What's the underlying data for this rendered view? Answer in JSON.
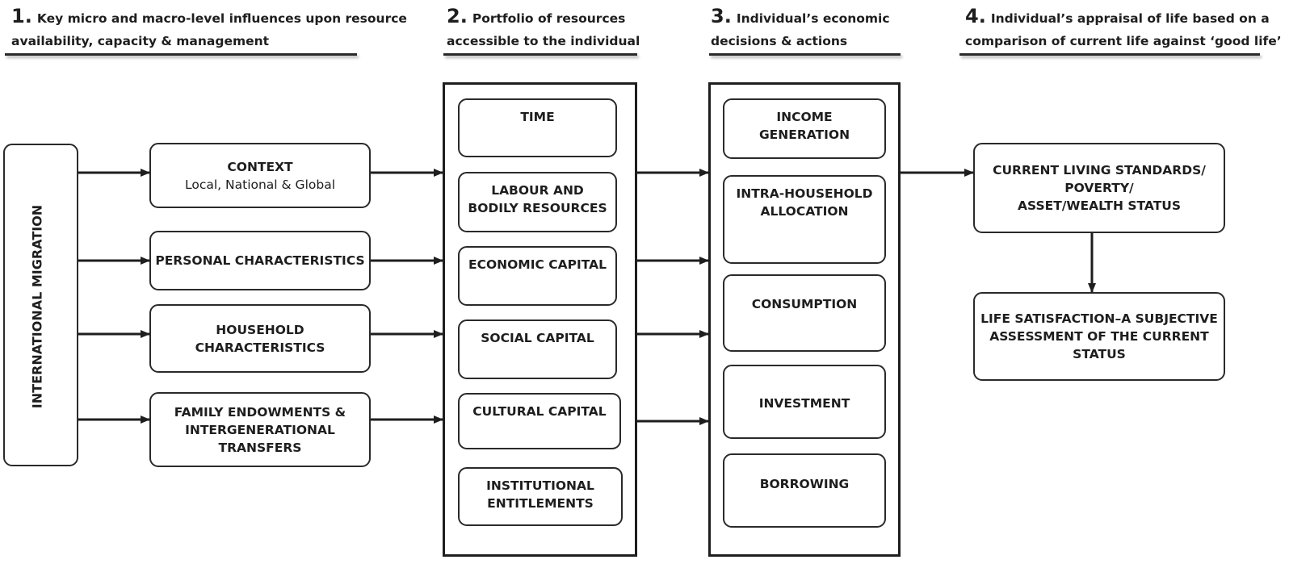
{
  "headings": [
    {
      "number": "1.",
      "line1": "Key micro and macro-level influences upon resource",
      "line2": "availability, capacity & management"
    },
    {
      "number": "2.",
      "line1": "Portfolio of resources",
      "line2": "accessible to the individual"
    },
    {
      "number": "3.",
      "line1": "Individual’s economic",
      "line2": "decisions & actions"
    },
    {
      "number": "4.",
      "line1": "Individual’s appraisal of life based on a",
      "line2": "comparison of current life against ‘good life’"
    }
  ],
  "migration": {
    "label": "INTERNATIONAL MIGRATION"
  },
  "influences": [
    {
      "title": "CONTEXT",
      "subtitle": "Local, National & Global"
    },
    {
      "title": "PERSONAL CHARACTERISTICS"
    },
    {
      "line1": "HOUSEHOLD",
      "line2": "CHARACTERISTICS"
    },
    {
      "line1": "FAMILY ENDOWMENTS &",
      "line2": "INTERGENERATIONAL",
      "line3": "TRANSFERS"
    }
  ],
  "resources": [
    {
      "line1": "TIME"
    },
    {
      "line1": "LABOUR AND",
      "line2": "BODILY RESOURCES"
    },
    {
      "line1": "ECONOMIC CAPITAL"
    },
    {
      "line1": "SOCIAL CAPITAL"
    },
    {
      "line1": "CULTURAL CAPITAL"
    },
    {
      "line1": "INSTITUTIONAL",
      "line2": "ENTITLEMENTS"
    }
  ],
  "decisions": [
    {
      "line1": "INCOME",
      "line2": "GENERATION"
    },
    {
      "line1": "INTRA-HOUSEHOLD",
      "line2": "ALLOCATION"
    },
    {
      "line1": "CONSUMPTION"
    },
    {
      "line1": "INVESTMENT"
    },
    {
      "line1": "BORROWING"
    }
  ],
  "appraisal": [
    {
      "line1": "CURRENT LIVING STANDARDS/",
      "line2": "POVERTY/",
      "line3": "ASSET/WEALTH STATUS"
    },
    {
      "line1": "LIFE SATISFACTION–A SUBJECTIVE",
      "line2": "ASSESSMENT OF THE CURRENT",
      "line3": "STATUS"
    }
  ]
}
